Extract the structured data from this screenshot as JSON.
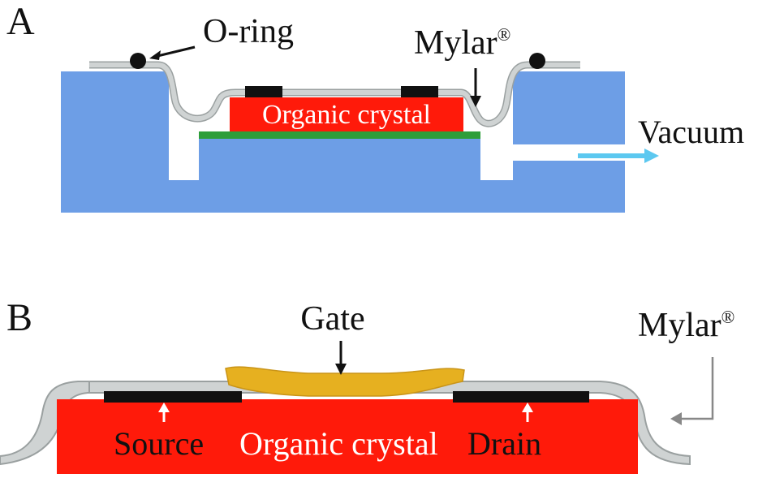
{
  "panel_a": {
    "panel_label": "A",
    "o_ring_label": "O-ring",
    "mylar_label": "Mylar",
    "mylar_mark": "®",
    "crystal_label": "Organic crystal",
    "vacuum_label": "Vacuum"
  },
  "panel_b": {
    "panel_label": "B",
    "gate_label": "Gate",
    "mylar_label": "Mylar",
    "mylar_mark": "®",
    "source_label": "Source",
    "crystal_label": "Organic crystal",
    "drain_label": "Drain"
  },
  "colors": {
    "substrate_blue": "#6d9ee6",
    "mylar_gray": "#cfd3d3",
    "mylar_edge": "#9aa0a0",
    "crystal_red": "#ff1a0a",
    "electrode_black": "#111111",
    "gate_gold": "#e6b020",
    "dielectric_green": "#2e9e3a",
    "vacuum_arrow": "#5cc8f0"
  }
}
